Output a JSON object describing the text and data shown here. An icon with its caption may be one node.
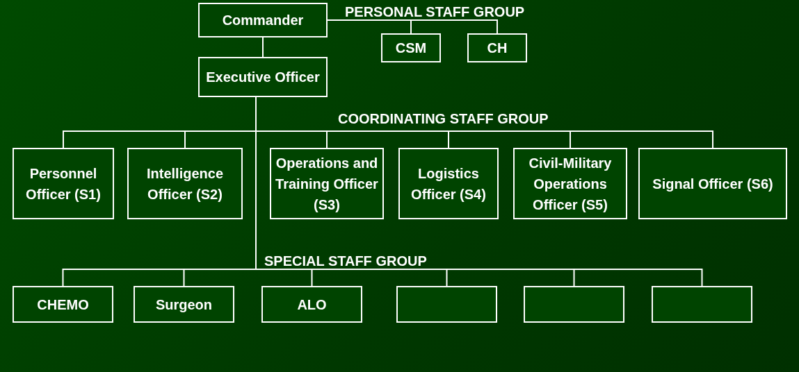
{
  "diagram": {
    "nodes": [
      {
        "text": [
          "Commander"
        ]
      },
      {
        "text": [
          "CSM"
        ]
      },
      {
        "text": [
          "CH"
        ]
      },
      {
        "text": [
          "Executive Officer"
        ]
      },
      {
        "text": [
          "Personnel Officer (S1)"
        ]
      },
      {
        "text": [
          "Intelligence Officer (S2)"
        ]
      },
      {
        "text": [
          "Operations and Training Officer (S3)"
        ]
      },
      {
        "text": [
          "Logistics Officer (S4)"
        ]
      },
      {
        "text": [
          "Civil-Military Operations Officer (S5)"
        ]
      },
      {
        "text": [
          "Signal Officer (S6)"
        ]
      },
      {
        "text": [
          "CHEMO"
        ]
      },
      {
        "text": [
          "Surgeon"
        ]
      },
      {
        "text": [
          "ALO"
        ]
      },
      {
        "text": [],
        "shape": "box"
      },
      {
        "text": [],
        "shape": "box"
      },
      {
        "text": [],
        "shape": "box"
      }
    ],
    "edges": [
      {
        "from": 0,
        "to": 1,
        "arrow": "none"
      },
      {
        "from": 0,
        "to": 2,
        "arrow": "none"
      },
      {
        "from": 0,
        "to": 3,
        "arrow": "none"
      },
      {
        "from": 3,
        "to": 4,
        "arrow": "none"
      },
      {
        "from": 3,
        "to": 5,
        "arrow": "none"
      },
      {
        "from": 3,
        "to": 6,
        "arrow": "none"
      },
      {
        "from": 3,
        "to": 7,
        "arrow": "none"
      },
      {
        "from": 3,
        "to": 8,
        "arrow": "none"
      },
      {
        "from": 3,
        "to": 9,
        "arrow": "none"
      },
      {
        "from": 3,
        "to": 10,
        "arrow": "none"
      },
      {
        "from": 3,
        "to": 11,
        "arrow": "none"
      },
      {
        "from": 3,
        "to": 12,
        "arrow": "none"
      },
      {
        "from": 3,
        "to": 13,
        "arrow": "none"
      },
      {
        "from": 3,
        "to": 14,
        "arrow": "none"
      },
      {
        "from": 3,
        "to": 15,
        "arrow": "none"
      }
    ],
    "labels": [
      "PERSONAL STAFF GROUP",
      "COORDINATING STAFF GROUP",
      "SPECIAL STAFF GROUP"
    ]
  }
}
